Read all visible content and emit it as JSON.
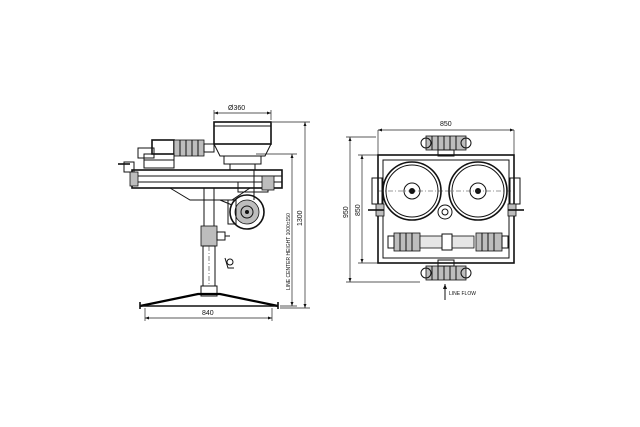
{
  "side_view": {
    "dim_diameter": "Ø360",
    "dim_base_width": "840",
    "dim_total_height": "1300",
    "label_line_center": "LINE CENTER HEIGHT 1000±150"
  },
  "top_view": {
    "dim_width": "850",
    "dim_outer_height": "950",
    "dim_inner_height": "850",
    "label_line_flow": "LINE FLOW"
  }
}
